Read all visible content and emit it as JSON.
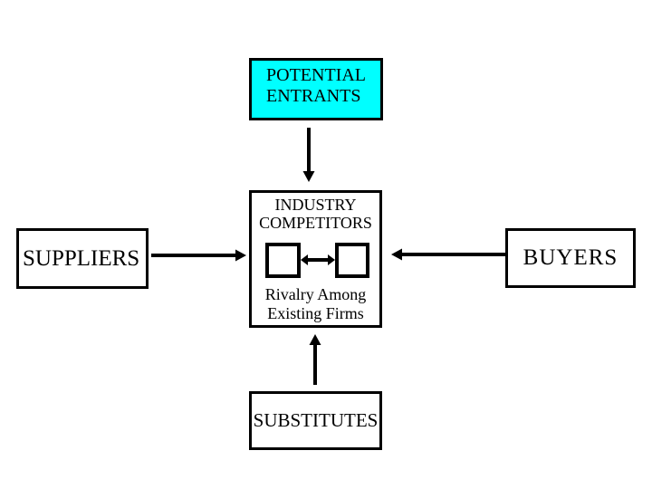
{
  "diagram": {
    "background_color": "#ffffff",
    "line_color": "#000000",
    "boxes": {
      "potential_entrants": {
        "line1": "POTENTIAL",
        "line2": "ENTRANTS",
        "fill_color": "#00ffff"
      },
      "industry_competitors": {
        "title_line1": "INDUSTRY",
        "title_line2": "COMPETITORS",
        "caption_line1": "Rivalry Among",
        "caption_line2": "Existing Firms",
        "fill_color": "#ffffff"
      },
      "suppliers": {
        "label": "SUPPLIERS",
        "fill_color": "#ffffff"
      },
      "buyers": {
        "label": "BUYERS",
        "fill_color": "#ffffff"
      },
      "substitutes": {
        "label": "SUBSTITUTES",
        "fill_color": "#ffffff"
      }
    },
    "arrows": {
      "entrants_to_competitors": "down",
      "suppliers_to_competitors": "right",
      "buyers_to_competitors": "left",
      "substitutes_to_competitors": "up",
      "rivalry_between_firms": "double-horizontal"
    }
  }
}
